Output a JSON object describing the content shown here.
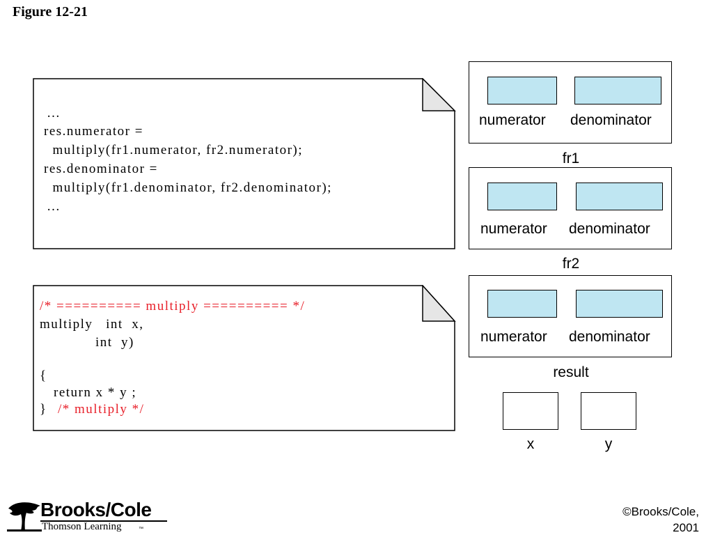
{
  "figure_title": "Figure 12-21",
  "call_snippet": {
    "lines": [
      "…",
      "res.numerator =",
      "  multiply(fr1.numerator, fr2.numerator);",
      "res.denominator =",
      "  multiply(fr1.denominator, fr2.denominator);",
      "…"
    ]
  },
  "function_snippet": {
    "comment_header": "/* ========== multiply ========== */",
    "line_signature": "multiply   int  x,",
    "line_param2": "int  y)",
    "line_open": "{",
    "line_return": "return x * y ;",
    "line_close": "}",
    "comment_footer": "/* multiply */"
  },
  "structs": [
    {
      "name": "fr1",
      "fields": [
        "numerator",
        "denominator"
      ]
    },
    {
      "name": "fr2",
      "fields": [
        "numerator",
        "denominator"
      ]
    },
    {
      "name": "result",
      "fields": [
        "numerator",
        "denominator"
      ]
    }
  ],
  "params": [
    {
      "name": "x"
    },
    {
      "name": "y"
    }
  ],
  "publisher": {
    "logo_main": "Brooks/Cole",
    "logo_sub": "Thomson Learning",
    "logo_tm": "™",
    "copyright_line1": "©Brooks/Cole,",
    "copyright_line2": "2001"
  },
  "colors": {
    "field_fill": "#bfe6f2",
    "comment_red": "#e8202a",
    "fold_fill": "#e6e6e6"
  }
}
